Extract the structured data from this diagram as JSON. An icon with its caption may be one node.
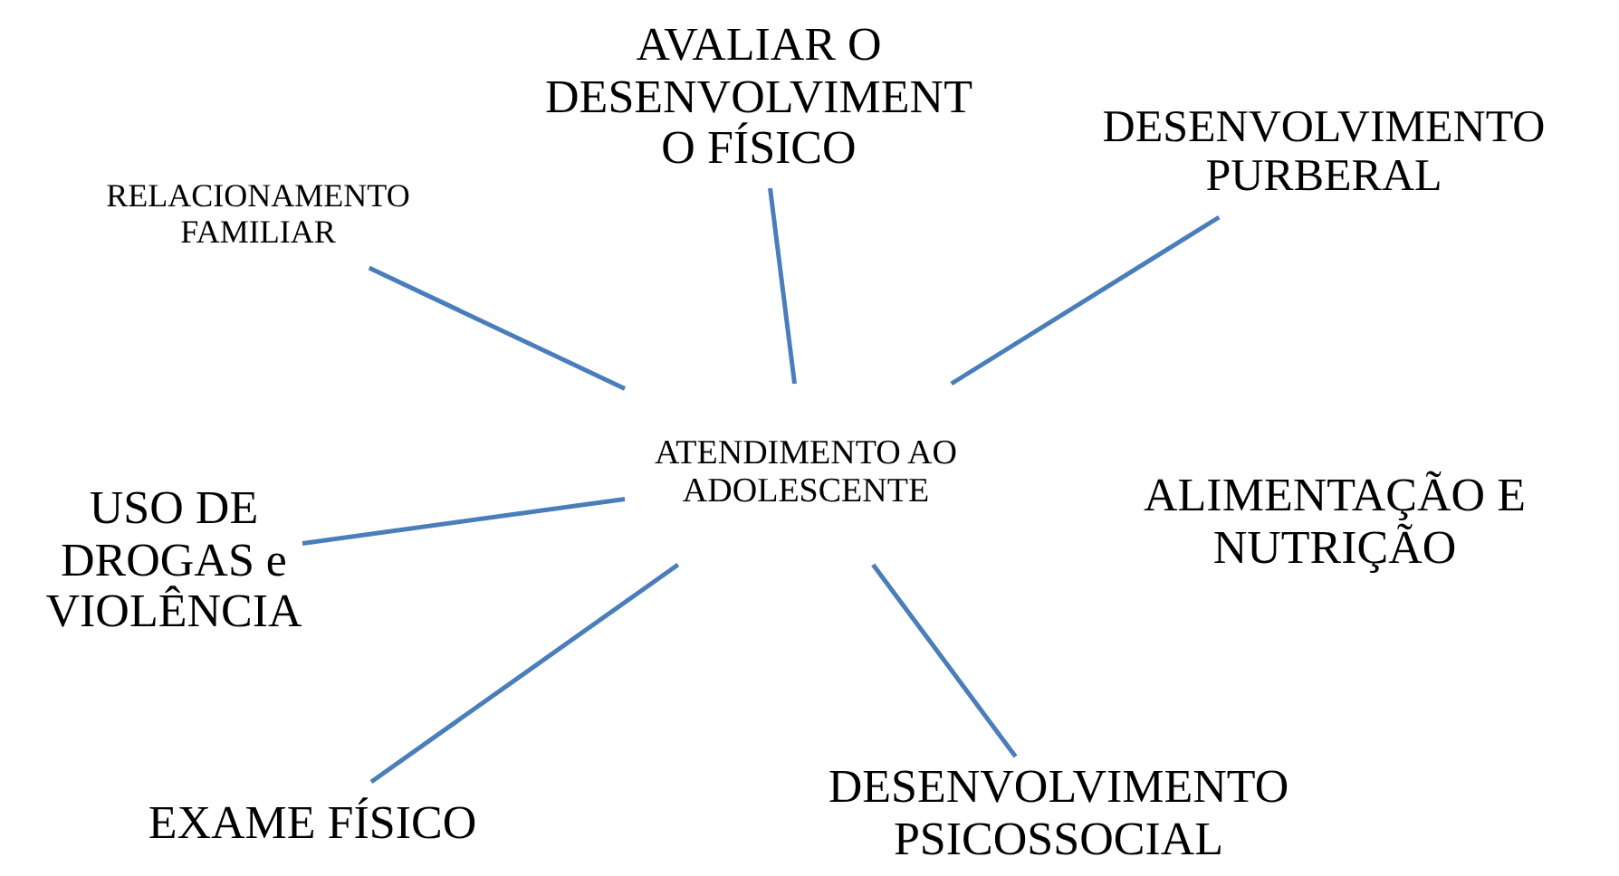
{
  "diagram": {
    "nodes": [
      {
        "text": [
          "ATENDIMENTO AO ADOLESCENTE"
        ]
      },
      {
        "text": [
          "RELACIONAMENTO FAMILIAR"
        ]
      },
      {
        "text": [
          "AVALIAR O DESENVOLVIMENTO FÍSICO"
        ]
      },
      {
        "text": [
          "DESENVOLVIMENTO PURBERAL"
        ]
      },
      {
        "text": [
          "ALIMENTAÇÃO E NUTRIÇÃO"
        ]
      },
      {
        "text": [
          "DESENVOLVIMENTO PSICOSSOCIAL"
        ]
      },
      {
        "text": [
          "EXAME FÍSICO"
        ]
      },
      {
        "text": [
          "USO DE DROGAS e VIOLÊNCIA"
        ]
      }
    ],
    "edges": [
      {
        "from": 0,
        "to": 1,
        "arrow": "none"
      },
      {
        "from": 0,
        "to": 2,
        "arrow": "none"
      },
      {
        "from": 0,
        "to": 3,
        "arrow": "none"
      },
      {
        "from": 0,
        "to": 5,
        "arrow": "none"
      },
      {
        "from": 0,
        "to": 6,
        "arrow": "none"
      },
      {
        "from": 0,
        "to": 7,
        "arrow": "none"
      }
    ]
  }
}
